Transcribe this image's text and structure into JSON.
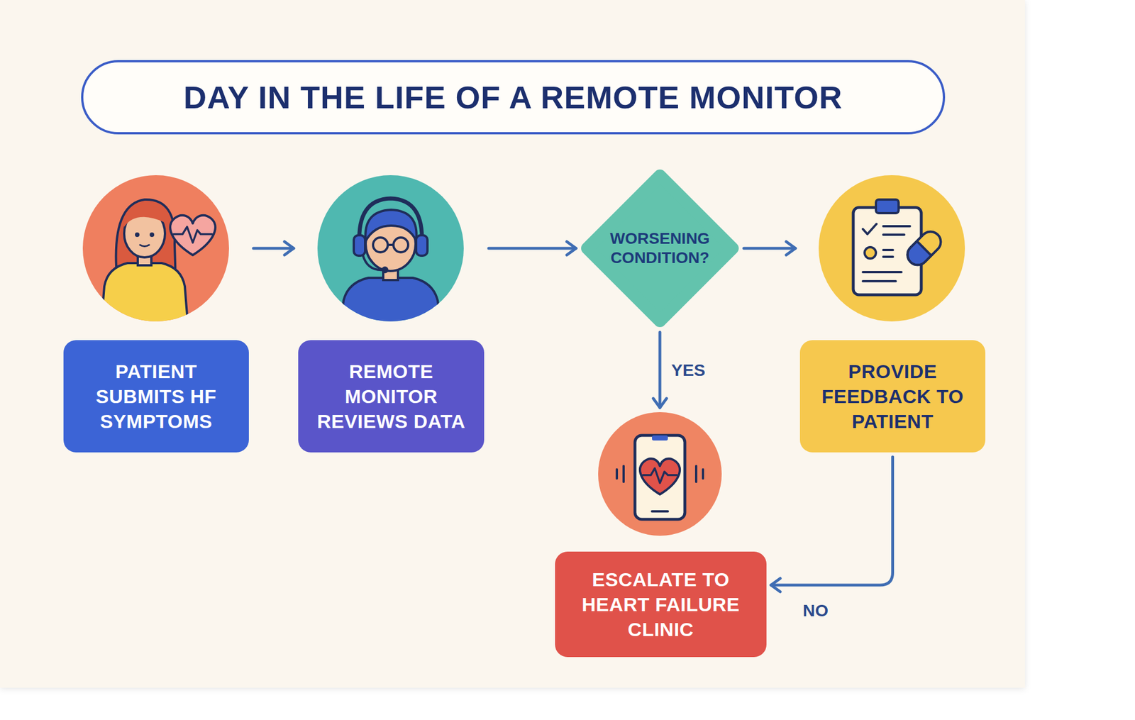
{
  "diagram": {
    "title": "DAY IN THE LIFE OF A REMOTE MONITOR",
    "nodes": [
      {
        "text": [
          "PATIENT SUBMITS HF SYMPTOMS"
        ]
      },
      {
        "text": [
          "REMOTE MONITOR REVIEWS DATA"
        ]
      },
      {
        "text": [
          "WORSENING CONDITION?"
        ]
      },
      {
        "text": [
          "PROVIDE FEEDBACK TO PATIENT"
        ]
      },
      {
        "text": [
          "ESCALATE TO HEART FAILURE CLINIC"
        ]
      }
    ],
    "edges": [
      {
        "from": 0,
        "to": 1,
        "arrow": "to"
      },
      {
        "from": 1,
        "to": 2,
        "arrow": "to"
      },
      {
        "from": 2,
        "to": 3,
        "arrow": "to"
      },
      {
        "from": 2,
        "to": 4,
        "label": "YES",
        "arrow": "to"
      },
      {
        "from": 3,
        "to": 4,
        "label": "NO",
        "arrow": "to"
      }
    ]
  }
}
